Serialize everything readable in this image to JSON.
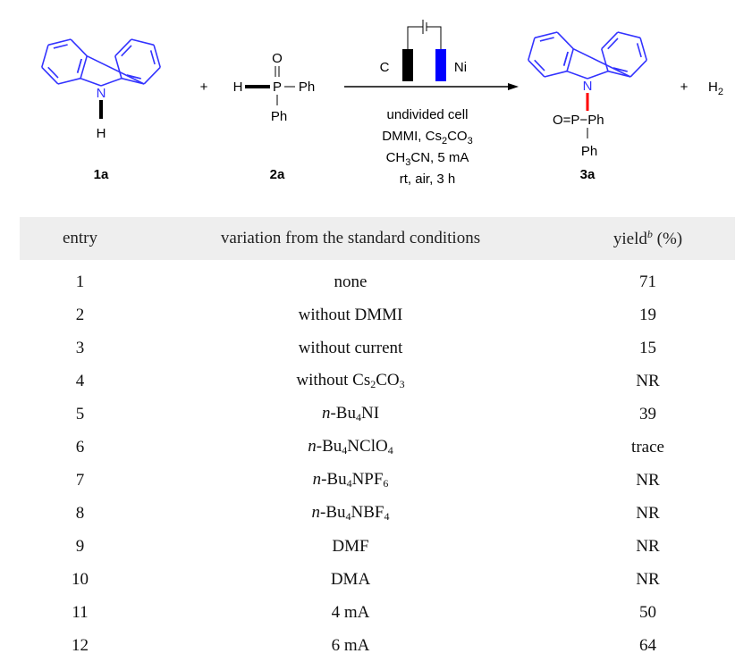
{
  "scheme": {
    "compound_1a": {
      "atom_n": "N",
      "atom_h": "H",
      "label": "1a"
    },
    "plus1": "+",
    "compound_2a": {
      "h": "H",
      "p": "P",
      "o": "O",
      "ph1": "Ph",
      "ph2": "Ph",
      "label": "2a"
    },
    "electrodes": {
      "anode": "C",
      "cathode": "Ni",
      "anode_color": "#000000",
      "cathode_color": "#0000ff"
    },
    "conditions": {
      "line1": "undivided cell",
      "line2_a": "DMMI, Cs",
      "line2_sub1": "2",
      "line2_b": "CO",
      "line2_sub2": "3",
      "line3_a": "CH",
      "line3_sub": "3",
      "line3_b": "CN, 5 mA",
      "line4": "rt, air, 3 h"
    },
    "compound_3a": {
      "atom_n": "N",
      "phosphoryl": "O=P−Ph",
      "ph": "Ph",
      "label": "3a",
      "new_bond_color": "#ff0000"
    },
    "plus2": "+",
    "h2": "H",
    "h2_sub": "2",
    "ring_color": "#3333ff"
  },
  "table": {
    "headers": {
      "entry": "entry",
      "variation": "variation from the standard conditions",
      "yield": "yield",
      "yield_sup": "b",
      "yield_unit": " (%)"
    },
    "rows": [
      {
        "entry": "1",
        "variation": [
          {
            "t": "none"
          }
        ],
        "yield": "71"
      },
      {
        "entry": "2",
        "variation": [
          {
            "t": "without DMMI"
          }
        ],
        "yield": "19"
      },
      {
        "entry": "3",
        "variation": [
          {
            "t": "without current"
          }
        ],
        "yield": "15"
      },
      {
        "entry": "4",
        "variation": [
          {
            "t": "without Cs"
          },
          {
            "sub": "2"
          },
          {
            "t": "CO"
          },
          {
            "sub": "3"
          }
        ],
        "yield": "NR"
      },
      {
        "entry": "5",
        "variation": [
          {
            "i": "n"
          },
          {
            "t": "-Bu"
          },
          {
            "sub": "4"
          },
          {
            "t": "NI"
          }
        ],
        "yield": "39"
      },
      {
        "entry": "6",
        "variation": [
          {
            "i": "n"
          },
          {
            "t": "-Bu"
          },
          {
            "sub": "4"
          },
          {
            "t": "NClO"
          },
          {
            "sub": "4"
          }
        ],
        "yield": "trace"
      },
      {
        "entry": "7",
        "variation": [
          {
            "i": "n"
          },
          {
            "t": "-Bu"
          },
          {
            "sub": "4"
          },
          {
            "t": "NPF"
          },
          {
            "sub": "6"
          }
        ],
        "yield": "NR"
      },
      {
        "entry": "8",
        "variation": [
          {
            "i": "n"
          },
          {
            "t": "-Bu"
          },
          {
            "sub": "4"
          },
          {
            "t": "NBF"
          },
          {
            "sub": "4"
          }
        ],
        "yield": "NR"
      },
      {
        "entry": "9",
        "variation": [
          {
            "t": "DMF"
          }
        ],
        "yield": "NR"
      },
      {
        "entry": "10",
        "variation": [
          {
            "t": "DMA"
          }
        ],
        "yield": "NR"
      },
      {
        "entry": "11",
        "variation": [
          {
            "t": "4 mA"
          }
        ],
        "yield": "50"
      },
      {
        "entry": "12",
        "variation": [
          {
            "t": "6 mA"
          }
        ],
        "yield": "64"
      }
    ]
  }
}
